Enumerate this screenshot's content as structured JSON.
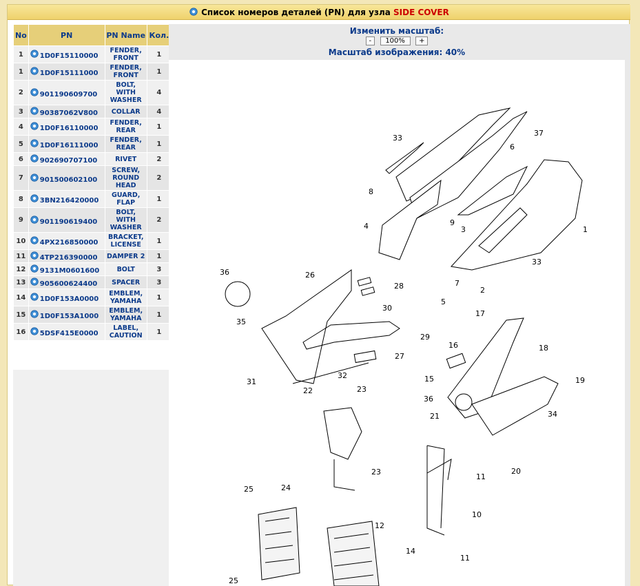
{
  "header": {
    "title_prefix": "Список номеров деталей (PN) для узла",
    "unit_name": "SIDE COVER"
  },
  "table": {
    "columns": [
      "No",
      "PN",
      "PN Name",
      "Кол."
    ],
    "rows": [
      {
        "no": "1",
        "pn": "1D0F15110000",
        "name": "FENDER, FRONT",
        "qty": "1"
      },
      {
        "no": "1",
        "pn": "1D0F15111000",
        "name": "FENDER, FRONT",
        "qty": "1"
      },
      {
        "no": "2",
        "pn": "901190609700",
        "name": "BOLT, WITH WASHER",
        "qty": "4"
      },
      {
        "no": "3",
        "pn": "90387062V800",
        "name": "COLLAR",
        "qty": "4"
      },
      {
        "no": "4",
        "pn": "1D0F16110000",
        "name": "FENDER, REAR",
        "qty": "1"
      },
      {
        "no": "5",
        "pn": "1D0F16111000",
        "name": "FENDER, REAR",
        "qty": "1"
      },
      {
        "no": "6",
        "pn": "902690707100",
        "name": "RIVET",
        "qty": "2"
      },
      {
        "no": "7",
        "pn": "901500602100",
        "name": "SCREW, ROUND HEAD",
        "qty": "2"
      },
      {
        "no": "8",
        "pn": "3BN216420000",
        "name": "GUARD, FLAP",
        "qty": "1"
      },
      {
        "no": "9",
        "pn": "901190619400",
        "name": "BOLT, WITH WASHER",
        "qty": "2"
      },
      {
        "no": "10",
        "pn": "4PX216850000",
        "name": "BRACKET, LICENSE",
        "qty": "1"
      },
      {
        "no": "11",
        "pn": "4TP216390000",
        "name": "DAMPER 2",
        "qty": "1"
      },
      {
        "no": "12",
        "pn": "9131M0601600",
        "name": "BOLT",
        "qty": "3"
      },
      {
        "no": "13",
        "pn": "905600624400",
        "name": "SPACER",
        "qty": "3"
      },
      {
        "no": "14",
        "pn": "1D0F153A0000",
        "name": "EMBLEM, YAMAHA",
        "qty": "1"
      },
      {
        "no": "15",
        "pn": "1D0F153A1000",
        "name": "EMBLEM, YAMAHA",
        "qty": "1"
      },
      {
        "no": "16",
        "pn": "5DSF415E0000",
        "name": "LABEL, CAUTION",
        "qty": "1"
      }
    ]
  },
  "zoom": {
    "change_label": "Изменить масштаб:",
    "minus": "-",
    "value": "100%",
    "plus": "+",
    "scale_label": "Масштаб изображения: 40%"
  },
  "diagram": {
    "callouts": [
      "33",
      "37",
      "6",
      "8",
      "4",
      "9",
      "3",
      "1",
      "33",
      "36",
      "26",
      "28",
      "7",
      "2",
      "5",
      "30",
      "29",
      "17",
      "35",
      "27",
      "16",
      "18",
      "31",
      "32",
      "15",
      "19",
      "36",
      "22",
      "23",
      "34",
      "21",
      "11",
      "20",
      "23",
      "10",
      "25",
      "24",
      "12",
      "14",
      "11",
      "25"
    ]
  },
  "colors": {
    "accent": "#cc0000",
    "link": "#0b3a8a",
    "header_bg": "#e6cf79"
  }
}
